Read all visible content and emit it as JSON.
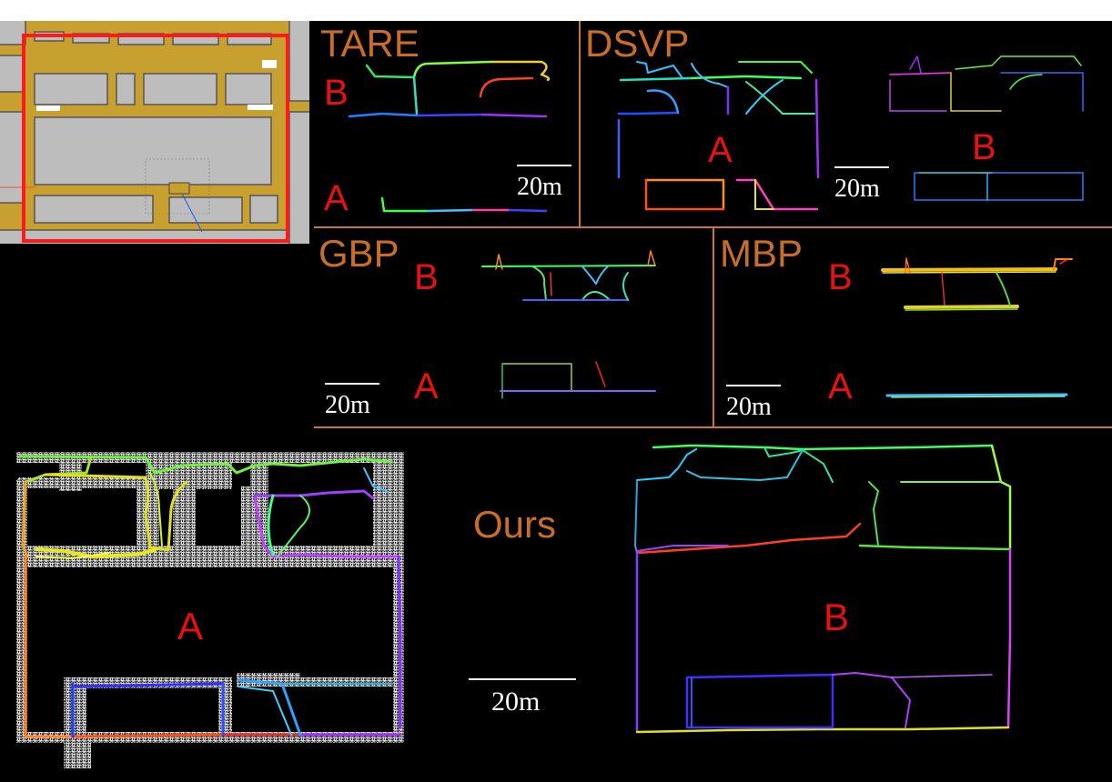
{
  "panels": {
    "tare": {
      "method": "TARE",
      "region_a": "A",
      "region_b": "B",
      "scale": "20m"
    },
    "dsvp": {
      "method": "DSVP",
      "region_a": "A",
      "region_b": "B",
      "scale": "20m"
    },
    "gbp": {
      "method": "GBP",
      "region_a": "A",
      "region_b": "B",
      "scale": "20m"
    },
    "mbp": {
      "method": "MBP",
      "region_a": "A",
      "region_b": "B",
      "scale": "20m"
    },
    "ours": {
      "method": "Ours",
      "region_a": "A",
      "region_b": "B",
      "scale": "20m"
    }
  },
  "colors": {
    "panel_border": "#c87832",
    "method_label": "#c86e28",
    "region_label": "#e81010",
    "highlight_box": "#ff1a1a",
    "road": "#c8a030",
    "ground": "#bdbdbd"
  }
}
